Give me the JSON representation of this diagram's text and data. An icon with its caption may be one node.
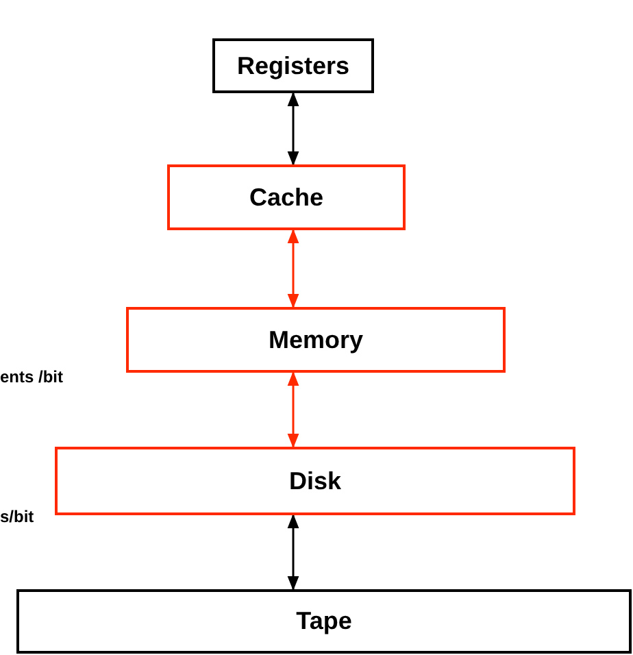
{
  "diagram": {
    "nodes": [
      {
        "text": [
          "Registers"
        ]
      },
      {
        "text": [
          "Cache"
        ]
      },
      {
        "text": [
          "Memory"
        ]
      },
      {
        "text": [
          "Disk"
        ]
      },
      {
        "text": [
          "Tape"
        ]
      }
    ],
    "edges": [
      {
        "from": 0,
        "to": 1,
        "arrow": "both"
      },
      {
        "from": 1,
        "to": 2,
        "arrow": "both",
        "color": "#ff2a00"
      },
      {
        "from": 2,
        "to": 3,
        "arrow": "both",
        "color": "#ff2a00"
      },
      {
        "from": 3,
        "to": 4,
        "arrow": "both"
      }
    ],
    "labels": [
      "ents /bit",
      "s/bit"
    ]
  }
}
